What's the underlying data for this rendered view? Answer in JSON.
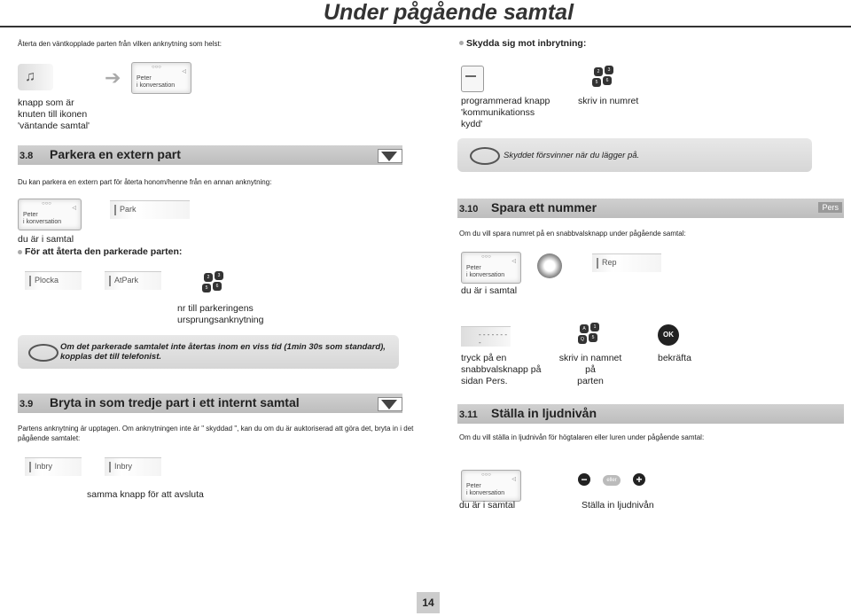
{
  "header": {
    "title": "Under pågående samtal"
  },
  "top_left": {
    "intro": "Återta den väntkopplade parten från vilken anknytning som helst:",
    "screen_line1": "Peter",
    "screen_line2": "i konversation",
    "caption_lines": [
      "knapp som är",
      "knuten till ikonen",
      "'väntande samtal'"
    ]
  },
  "top_right": {
    "heading": "Skydda sig mot inbrytning:",
    "caption1_lines": [
      "programmerad knapp",
      "'kommunikationss",
      "kydd'"
    ],
    "caption2": "skriv in numret",
    "note": "Skyddet försvinner när du lägger på."
  },
  "section_38": {
    "number": "3.8",
    "title": "Parkera en extern part",
    "intro": "Du kan parkera en extern part för återta honom/henne från en annan anknytning:",
    "screen_line1": "Peter",
    "screen_line2": "i konversation",
    "softkey_park": "Park",
    "caption_in_call": "du är i samtal",
    "subheading": "För att återta den parkerade parten:",
    "softkey_plocka": "Plocka",
    "softkey_atpark": "AtPark",
    "caption_number_lines": [
      "nr till parkeringens",
      "ursprungsanknytning"
    ],
    "note_lines": [
      "Om det parkerade samtalet inte återtas inom en viss tid (1min 30s som standard),",
      "kopplas det till telefonist."
    ]
  },
  "section_39": {
    "number": "3.9",
    "title": "Bryta in som tredje part i ett internt samtal",
    "intro_lines": [
      "Partens anknytning är upptagen. Om anknytningen inte är \" skyddad \", kan du om du är auktoriserad att göra det, bryta in i det",
      "pågående samtalet:"
    ],
    "softkey1": "Inbry",
    "softkey2": "Inbry",
    "caption": "samma knapp för att avsluta"
  },
  "section_310": {
    "number": "3.10",
    "title": "Spara ett nummer",
    "badge": "Pers",
    "intro": "Om du vill spara numret på en snabbvalsknapp under pågående samtal:",
    "screen_line1": "Peter",
    "screen_line2": "i konversation",
    "softkey_rep": "Rep",
    "caption_in_call": "du är i samtal",
    "caption1_lines": [
      "tryck på en",
      "snabbvalsknapp på",
      "sidan Pers."
    ],
    "caption2_lines": [
      "skriv in namnet på",
      "parten"
    ],
    "caption3": "bekräfta",
    "ok_label": "OK"
  },
  "section_311": {
    "number": "3.11",
    "title": "Ställa in ljudnivån",
    "intro": "Om du vill ställa in ljudnivån för högtalaren eller luren under pågående samtal:",
    "screen_line1": "Peter",
    "screen_line2": "i konversation",
    "caption_in_call": "du är i samtal",
    "caption_level": "Ställa in ljudnivån",
    "minus": "−",
    "eller": "eller",
    "plus": "+"
  },
  "footer": {
    "page_number": "14"
  }
}
